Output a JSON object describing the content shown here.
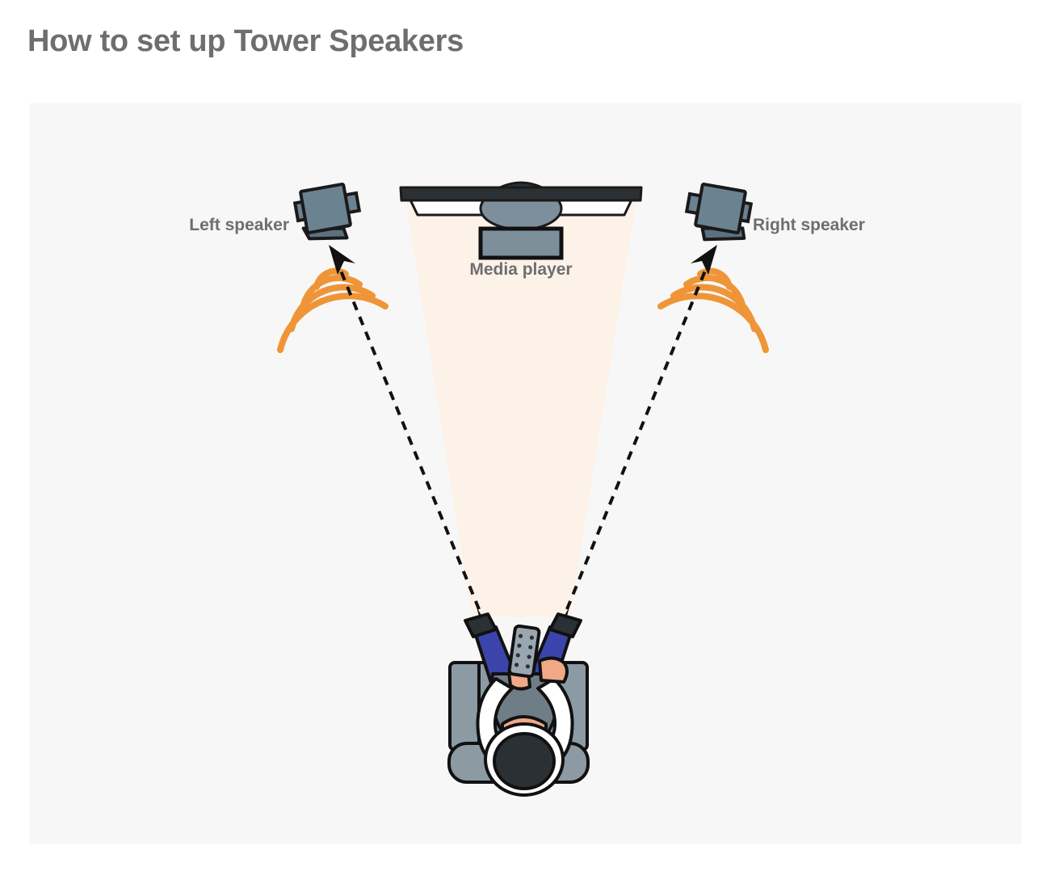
{
  "page": {
    "title": "How to set up Tower Speakers"
  },
  "diagram": {
    "type": "room-layout-top-down",
    "background_color": "#f7f7f7",
    "labels": {
      "left_speaker": "Left speaker",
      "right_speaker": "Right speaker",
      "media_player": "Media player"
    },
    "colors": {
      "title_text": "#6e6e6e",
      "label_text": "#6e6e6e",
      "panel_background": "#f7f7f7",
      "speaker_body": "#6b8291",
      "speaker_outline": "#1a1a1a",
      "speaker_shadow": "#5b7180",
      "sound_wave": "#ef9537",
      "tv_bar": "#2b3034",
      "tv_band": "#ffffff",
      "tv_stand": "#7e8f9c",
      "media_player_box": "#7e8f9c",
      "screen_beam": "#fdf2e8",
      "sofa": "#8c9aa3",
      "sofa_shade": "#7e8f9c",
      "dashed_line": "#111111",
      "person_pants": "#3b44aa",
      "person_shirt": "#ffffff",
      "person_hair": "#2b3034",
      "person_skin": "#f0a887",
      "person_shoes": "#2b3034",
      "remote_body": "#9aa7b0"
    },
    "elements": [
      {
        "name": "television",
        "description": "Flat screen TV viewed from above, dark bar with white underside band and oval stand"
      },
      {
        "name": "media-player",
        "description": "Rectangular media player device below the television"
      },
      {
        "name": "screen-beam",
        "description": "Cream coloured viewing cone projecting from screen toward seated viewer"
      },
      {
        "name": "left-speaker",
        "description": "Tower speaker angled toward the listening position, upper left"
      },
      {
        "name": "right-speaker",
        "description": "Tower speaker angled toward the listening position, upper right"
      },
      {
        "name": "sound-waves",
        "description": "Four orange concentric arcs radiating from each speaker"
      },
      {
        "name": "aim-lines",
        "description": "Dashed arrows running from each speaker down to the listening position"
      },
      {
        "name": "listener-on-sofa",
        "description": "Person seated on a sofa holding a remote control, viewed from above"
      }
    ]
  }
}
